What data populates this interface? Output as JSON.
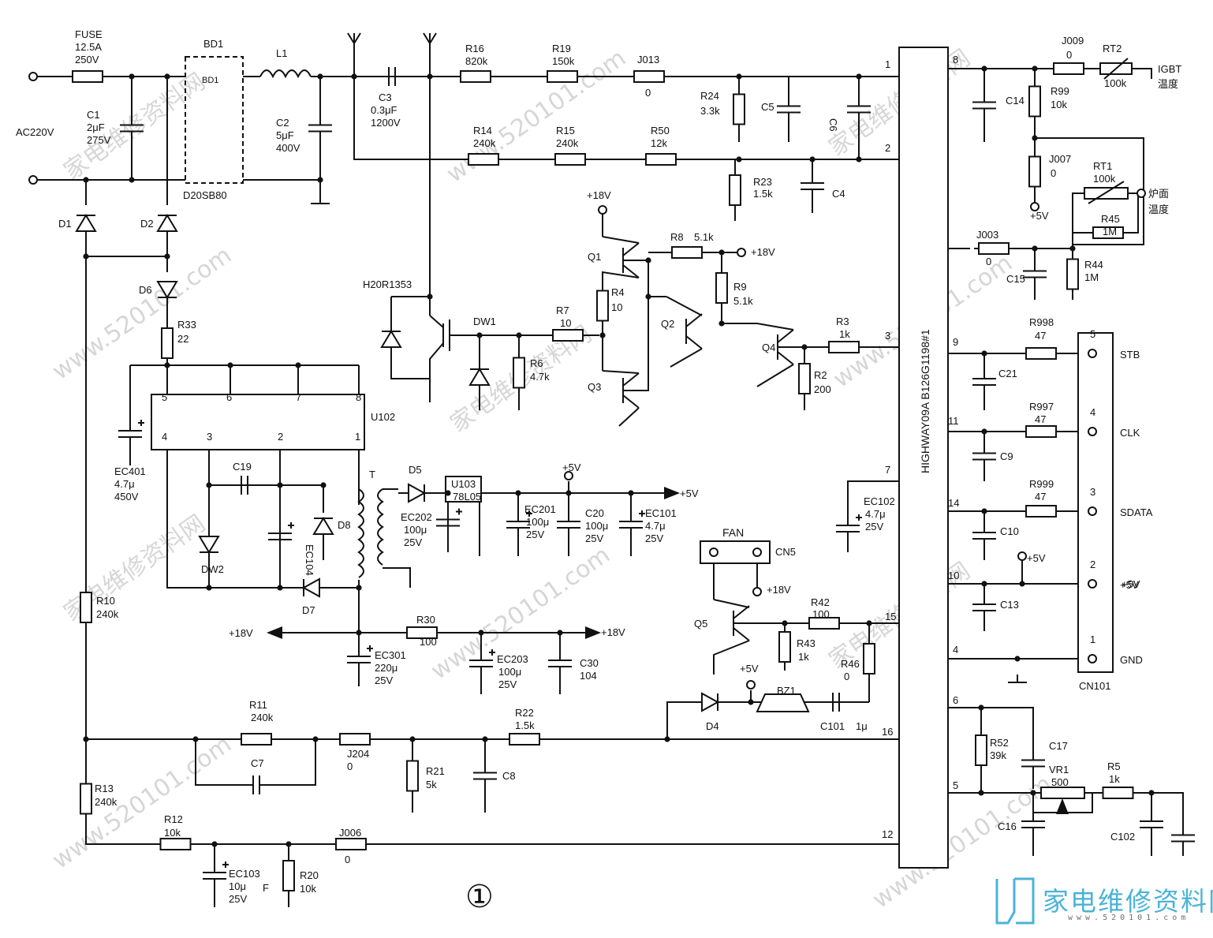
{
  "watermarks": [
    "家电维修资料网",
    "www.520101.com"
  ],
  "logo": {
    "text": "家电维修资料网",
    "sub": "www.520101.com",
    "color": "#4bb3d6"
  },
  "figure_number": "①",
  "net_labels": {
    "ac": "AC220V",
    "igbt_temp_1": "IGBT",
    "igbt_temp_2": "温度",
    "surface_temp_1": "炉面",
    "surface_temp_2": "温度"
  },
  "ic": {
    "name": "HIGHWAY09A B126G1198#1"
  },
  "connector": {
    "name": "CN101",
    "pins": [
      "5",
      "4",
      "3",
      "2",
      "1"
    ],
    "signals": [
      "STB",
      "CLK",
      "SDATA",
      "+5V",
      "GND"
    ]
  },
  "components": {
    "fuse": {
      "name": "FUSE",
      "v1": "12.5A",
      "v2": "250V"
    },
    "c1": {
      "name": "C1",
      "v1": "2μF",
      "v2": "275V"
    },
    "bd1": {
      "name": "BD1",
      "part": "D20SB80"
    },
    "l1": {
      "name": "L1"
    },
    "c2": {
      "name": "C2",
      "v1": "5μF",
      "v2": "400V"
    },
    "c3": {
      "name": "C3",
      "v1": "0.3μF",
      "v2": "1200V"
    },
    "r16": {
      "name": "R16",
      "val": "820k"
    },
    "r19": {
      "name": "R19",
      "val": "150k"
    },
    "j013": {
      "name": "J013",
      "val": "0"
    },
    "r24": {
      "name": "R24",
      "val": "3.3k"
    },
    "c5": {
      "name": "C5"
    },
    "c6": {
      "name": "C6"
    },
    "r14": {
      "name": "R14",
      "val": "240k"
    },
    "r15": {
      "name": "R15",
      "val": "240k"
    },
    "r50": {
      "name": "R50",
      "val": "12k"
    },
    "r23": {
      "name": "R23",
      "val": "1.5k"
    },
    "c4": {
      "name": "C4"
    },
    "igbt": {
      "name": "H20R1353"
    },
    "dw1": {
      "name": "DW1"
    },
    "r7": {
      "name": "R7",
      "val": "10"
    },
    "r6": {
      "name": "R6",
      "val": "4.7k"
    },
    "q1": {
      "name": "Q1"
    },
    "r4": {
      "name": "R4",
      "val": "10"
    },
    "q3": {
      "name": "Q3"
    },
    "r8": {
      "name": "R8",
      "val": "5.1k"
    },
    "r9": {
      "name": "R9",
      "val": "5.1k"
    },
    "q2": {
      "name": "Q2"
    },
    "q4": {
      "name": "Q4"
    },
    "r3": {
      "name": "R3",
      "val": "1k"
    },
    "r2": {
      "name": "R2",
      "val": "200"
    },
    "d1": {
      "name": "D1"
    },
    "d2": {
      "name": "D2"
    },
    "d6": {
      "name": "D6"
    },
    "r33": {
      "name": "R33",
      "val": "22"
    },
    "u102": {
      "name": "U102"
    },
    "ec401": {
      "name": "EC401",
      "v1": "4.7μ",
      "v2": "450V"
    },
    "c19": {
      "name": "C19"
    },
    "ec104": {
      "name": "EC104"
    },
    "d8": {
      "name": "D8"
    },
    "dw2": {
      "name": "DW2"
    },
    "d7": {
      "name": "D7"
    },
    "t": {
      "name": "T"
    },
    "d5": {
      "name": "D5"
    },
    "u103": {
      "name": "U103",
      "part": "78L05"
    },
    "ec202": {
      "name": "EC202",
      "v1": "100μ",
      "v2": "25V"
    },
    "ec201": {
      "name": "EC201",
      "v1": "100μ",
      "v2": "25V"
    },
    "c20": {
      "name": "C20",
      "v1": "100μ",
      "v2": "25V"
    },
    "ec101": {
      "name": "EC101",
      "v1": "4.7μ",
      "v2": "25V"
    },
    "ec102": {
      "name": "EC102",
      "v1": "4.7μ",
      "v2": "25V"
    },
    "r10": {
      "name": "R10",
      "val": "240k"
    },
    "r30": {
      "name": "R30",
      "val": "100"
    },
    "ec301": {
      "name": "EC301",
      "v1": "220μ",
      "v2": "25V"
    },
    "ec203": {
      "name": "EC203",
      "v1": "100μ",
      "v2": "25V"
    },
    "c30": {
      "name": "C30",
      "val": "104"
    },
    "fan": {
      "name": "FAN",
      "conn": "CN5"
    },
    "q5": {
      "name": "Q5"
    },
    "r42": {
      "name": "R42",
      "val": "100"
    },
    "r43": {
      "name": "R43",
      "val": "1k"
    },
    "r46": {
      "name": "R46",
      "val": "0"
    },
    "d4": {
      "name": "D4"
    },
    "bz1": {
      "name": "BZ1"
    },
    "c101": {
      "name": "C101",
      "val": "1μ"
    },
    "r11": {
      "name": "R11",
      "val": "240k"
    },
    "c7": {
      "name": "C7"
    },
    "j204": {
      "name": "J204",
      "val": "0"
    },
    "r21": {
      "name": "R21",
      "val": "5k"
    },
    "c8": {
      "name": "C8"
    },
    "r22": {
      "name": "R22",
      "val": "1.5k"
    },
    "r13": {
      "name": "R13",
      "val": "240k"
    },
    "r12": {
      "name": "R12",
      "val": "10k"
    },
    "ec103": {
      "name": "EC103",
      "v1": "10μ",
      "v2": "25V"
    },
    "r20": {
      "name": "R20",
      "val": "10k"
    },
    "j006": {
      "name": "J006",
      "val": "0"
    },
    "j009": {
      "name": "J009",
      "val": "0"
    },
    "rt2": {
      "name": "RT2",
      "val": "100k"
    },
    "c14": {
      "name": "C14"
    },
    "r99": {
      "name": "R99",
      "val": "10k"
    },
    "j007": {
      "name": "J007",
      "val": "0"
    },
    "rt1": {
      "name": "RT1",
      "val": "100k"
    },
    "r45": {
      "name": "R45",
      "val": "1M"
    },
    "j003": {
      "name": "J003",
      "val": "0"
    },
    "c15": {
      "name": "C15"
    },
    "r44": {
      "name": "R44",
      "val": "1M"
    },
    "r998": {
      "name": "R998",
      "val": "47"
    },
    "c21": {
      "name": "C21"
    },
    "r997": {
      "name": "R997",
      "val": "47"
    },
    "c9": {
      "name": "C9"
    },
    "r999": {
      "name": "R999",
      "val": "47"
    },
    "c10": {
      "name": "C10"
    },
    "c13": {
      "name": "C13"
    },
    "r52": {
      "name": "R52",
      "val": "39k"
    },
    "c17": {
      "name": "C17"
    },
    "vr1": {
      "name": "VR1",
      "val": "500"
    },
    "r5": {
      "name": "R5",
      "val": "1k"
    },
    "c16": {
      "name": "C16"
    },
    "c102": {
      "name": "C102"
    }
  },
  "rails": {
    "p18": "+18V",
    "p5": "+5V",
    "f": "F"
  },
  "pins": {
    "p1": "1",
    "p2": "2",
    "p3": "3",
    "p4": "4",
    "p5": "5",
    "p6": "6",
    "p7": "7",
    "p8": "8",
    "p9": "9",
    "p10": "10",
    "p11": "11",
    "p12": "12",
    "p14": "14",
    "p15": "15",
    "p16": "16",
    "u1": "1",
    "u2": "2",
    "u3": "3",
    "u4": "4",
    "u5": "5",
    "u6": "6",
    "u7": "7",
    "u8": "8"
  }
}
